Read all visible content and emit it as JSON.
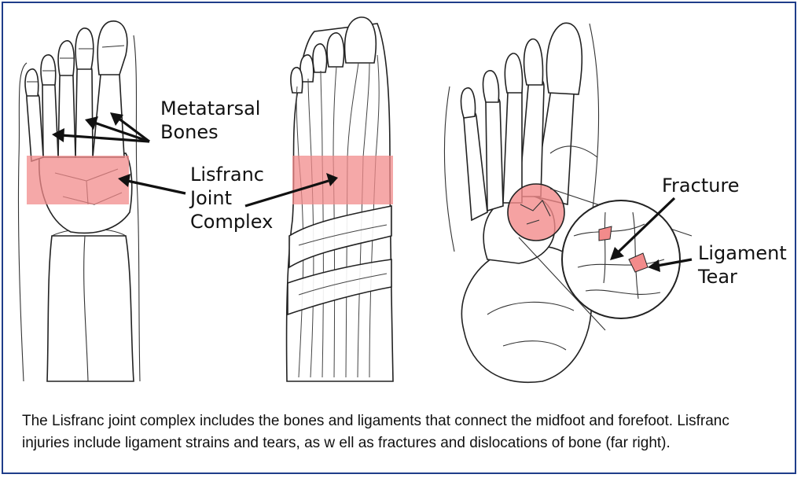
{
  "labels": {
    "metatarsal_line1": "Metatarsal",
    "metatarsal_line2": "Bones",
    "lisfranc_line1": "Lisfranc",
    "lisfranc_line2": "Joint",
    "lisfranc_line3": "Complex",
    "fracture": "Fracture",
    "ligament_line1": "Ligament",
    "ligament_line2": "Tear"
  },
  "caption": "The Lisfranc joint complex includes the bones and ligaments that connect the midfoot and forefoot. Lisfranc injuries include ligament strains and tears, as w ell as fractures and dislocations of bone (far right).",
  "colors": {
    "highlight": "#f28b8b",
    "border": "#1f3d8a",
    "ink": "#111111"
  }
}
